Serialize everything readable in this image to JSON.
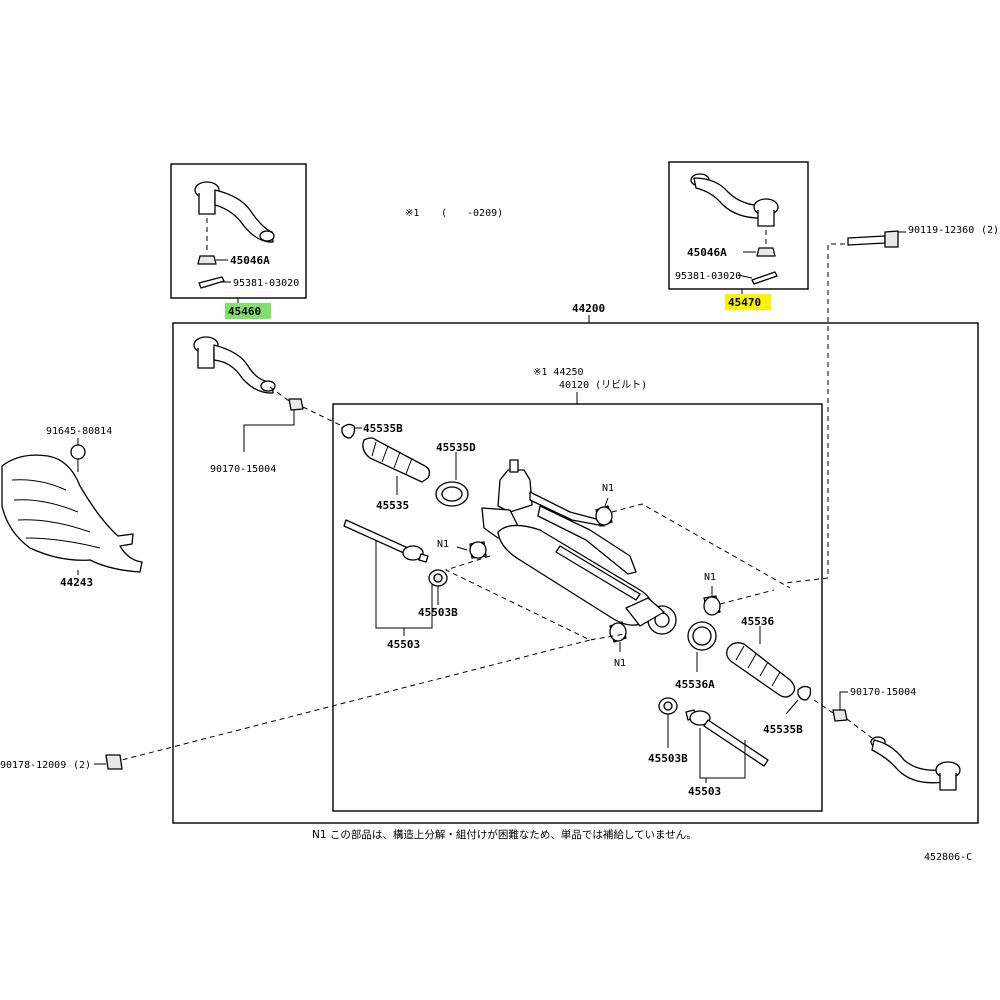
{
  "diagram": {
    "doc_code": "452806-C",
    "remark_symbol": "※1",
    "remark_range": "(　　-0209)",
    "note_n1": "N1  この部品は、構造上分解・組付けが困難なため、単品では補給していません。",
    "labels": {
      "p45460": "45460",
      "p45470": "45470",
      "p45046A_left": "45046A",
      "p45046A_right": "45046A",
      "p95381_left": "95381-03020",
      "p95381_right": "95381-03020",
      "p44200": "44200",
      "p44250": "※1 44250",
      "p40120": "40120 (リビルト)",
      "p90119": "90119-12360",
      "p90119_qty": "(2)",
      "p91645": "91645-80814",
      "p44243": "44243",
      "p90170_left": "90170-15004",
      "p90170_right": "90170-15004",
      "p45535B_top": "45535B",
      "p45535B_bottom": "45535B",
      "p45535D": "45535D",
      "p45535": "45535",
      "p45536": "45536",
      "p45536A": "45536A",
      "p45503B_left": "45503B",
      "p45503B_right": "45503B",
      "p45503_left": "45503",
      "p45503_right": "45503",
      "n1_a": "N1",
      "n1_b": "N1",
      "n1_c": "N1",
      "n1_d": "N1",
      "p90178": "90178-12009",
      "p90178_qty": "(2)"
    },
    "highlights": {
      "p45460_color": "#7fe06a",
      "p45470_color": "#fff200"
    }
  }
}
